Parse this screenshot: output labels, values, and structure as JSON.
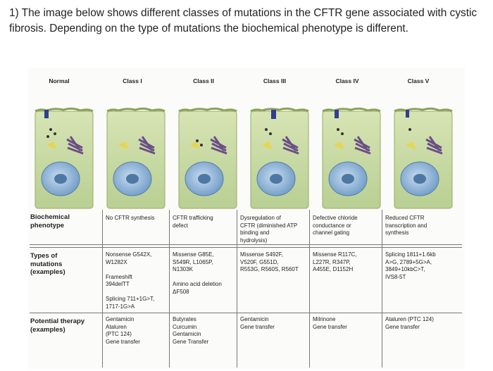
{
  "question": "1) The image below shows different classes of mutations in the CFTR gene associated with cystic fibrosis. Depending on the type of mutations the biochemical phenotype is different.",
  "figure": {
    "columns": [
      "Normal",
      "Class I",
      "Class II",
      "Class III",
      "Class IV",
      "Class V"
    ],
    "rows": [
      {
        "label": "Biochemical\nphenotype",
        "cells": [
          "No CFTR synthesis",
          "CFTR trafficking\ndefect",
          "Dysregulation of\nCFTR (diminished ATP\nbinding and\nhydrolysis)",
          "Defective chloride\nconductance or\nchannel gating",
          "Reduced CFTR\ntranscription and\nsynthesis"
        ]
      },
      {
        "label": "Types of\nmutations\n(examples)",
        "cells": [
          "Nonsense G542X,\nW1282X\n\nFrameshift\n394delTT\n\nSplicing 711+1G>T,\n1717-1G>A",
          "Missense G85E,\nS549R, L1065P,\nN1303K\n\nAmino acid deletion\nΔF508",
          "Missense S492F,\nV520F, G551D,\nR553G, R560S, R560T",
          "Missense R117C,\nL227R, R347P,\nA455E, D1152H",
          "Splicing 1811+1.6kb\nA>G, 2789+5G>A,\n3849+10kbC>T,\nIVS8-5T"
        ]
      },
      {
        "label": "Potential therapy\n(examples)",
        "cells": [
          "Gentamicin\nAtaluren\n(PTC 124)\nGene transfer",
          "Butyrates\nCurcumin\nGentamicin\nGene Transfer",
          "Gentamicin\nGene transfer",
          "Milrinone\nGene transfer",
          "Ataluren (PTC 124)\nGene transfer"
        ]
      }
    ]
  }
}
